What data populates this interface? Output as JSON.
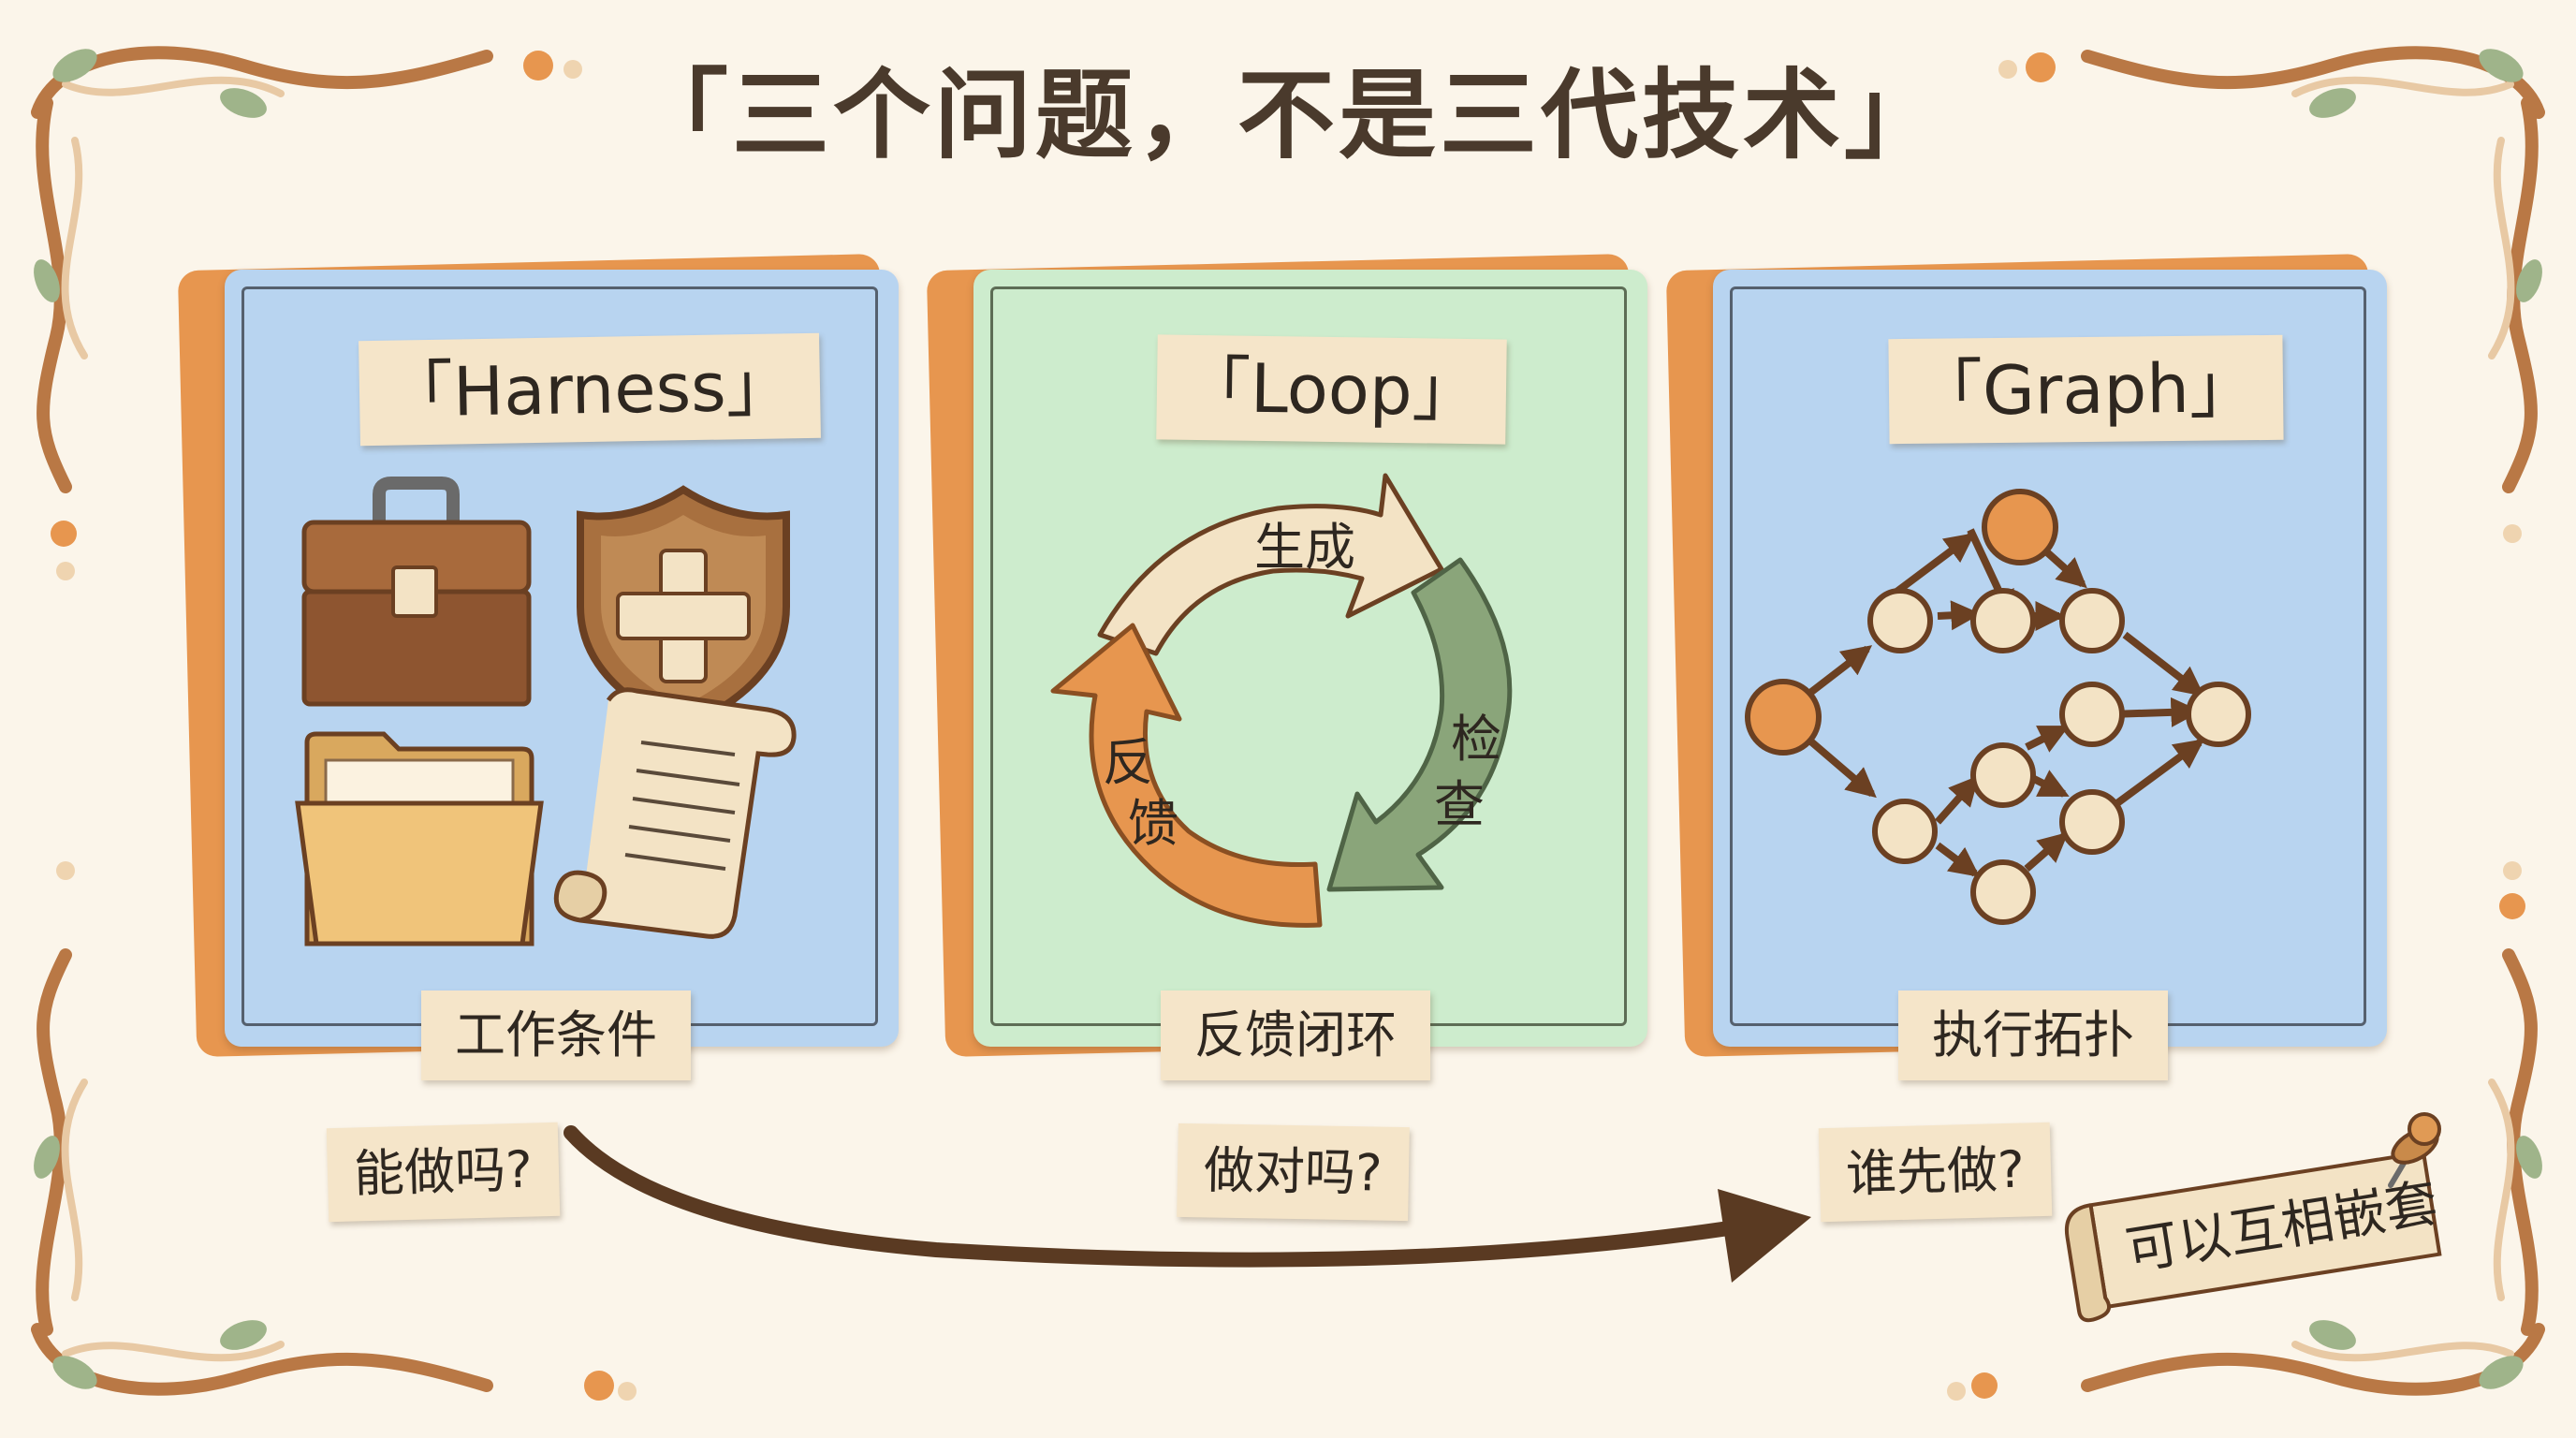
{
  "title": "「三个问题，不是三代技术」",
  "cards": [
    {
      "title": "「Harness」",
      "label": "工作条件",
      "question": "能做吗?"
    },
    {
      "title": "「Loop」",
      "label": "反馈闭环",
      "question": "做对吗?",
      "cycle": {
        "generate": "生成",
        "check_1": "检",
        "check_2": "查",
        "feedback_1": "反",
        "feedback_2": "馈"
      }
    },
    {
      "title": "「Graph」",
      "label": "执行拓扑",
      "question": "谁先做?"
    }
  ],
  "note": "可以互相嵌套",
  "icons": [
    "toolbox-icon",
    "shield-icon",
    "folder-icon",
    "scroll-icon",
    "pushpin-icon"
  ],
  "colors": {
    "blue_card": "#b8d4f0",
    "green_card": "#cdeccd",
    "orange": "#e7964f",
    "brown": "#5a3a22",
    "paper": "#f5e5c9"
  }
}
